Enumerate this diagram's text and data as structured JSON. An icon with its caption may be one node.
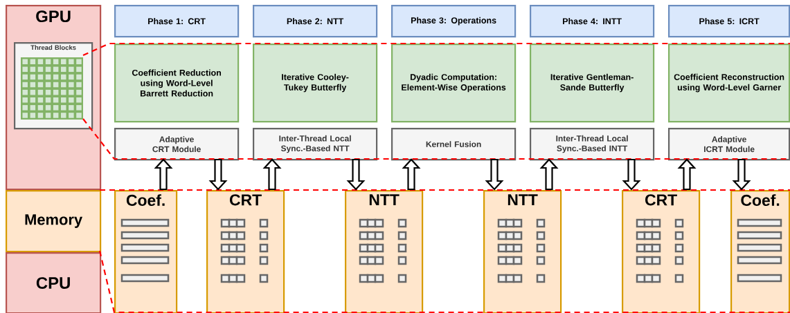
{
  "diagram": {
    "nodes": [
      {
        "text": [
          "GPU"
        ]
      },
      {
        "text": [
          "Thread Blocks"
        ],
        "in": 0
      },
      {
        "text": [
          "Memory"
        ]
      },
      {
        "text": [
          "CPU"
        ]
      },
      {
        "text": [
          "Phase 1: CRT"
        ]
      },
      {
        "text": [
          "Coefficient Reduction using Word-Level Barrett Reduction"
        ]
      },
      {
        "text": [
          "Adaptive CRT Module"
        ]
      },
      {
        "text": [
          "Phase 2: NTT"
        ]
      },
      {
        "text": [
          "Iterative Cooley-Tukey Butterfly"
        ]
      },
      {
        "text": [
          "Inter-Thread Local Sync.-Based NTT"
        ]
      },
      {
        "text": [
          "Phase 3: Operations"
        ]
      },
      {
        "text": [
          "Dyadic Computation: Element-Wise Operations"
        ]
      },
      {
        "text": [
          "Kernel Fusion"
        ]
      },
      {
        "text": [
          "Phase 4: INTT"
        ]
      },
      {
        "text": [
          "Iterative Gentleman-Sande Butterfly"
        ]
      },
      {
        "text": [
          "Inter-Thread Local Sync.-Based INTT"
        ]
      },
      {
        "text": [
          "Phase 5: ICRT"
        ]
      },
      {
        "text": [
          "Coefficient Reconstruction using Word-Level Garner"
        ]
      },
      {
        "text": [
          "Adaptive ICRT Module"
        ]
      },
      {
        "text": [
          "Coef."
        ]
      },
      {
        "text": [
          "CRT"
        ]
      },
      {
        "text": [
          "NTT"
        ]
      },
      {
        "text": [
          "NTT"
        ]
      },
      {
        "text": [
          "CRT"
        ]
      },
      {
        "text": [
          "Coef."
        ]
      }
    ],
    "edges": [
      {
        "from": 19,
        "to": 6,
        "arrow": "to"
      },
      {
        "from": 6,
        "to": 20,
        "arrow": "to"
      },
      {
        "from": 20,
        "to": 9,
        "arrow": "to"
      },
      {
        "from": 9,
        "to": 21,
        "arrow": "to"
      },
      {
        "from": 21,
        "to": 12,
        "arrow": "to"
      },
      {
        "from": 12,
        "to": 22,
        "arrow": "to"
      },
      {
        "from": 22,
        "to": 15,
        "arrow": "to"
      },
      {
        "from": 15,
        "to": 23,
        "arrow": "to"
      },
      {
        "from": 23,
        "to": 18,
        "arrow": "to"
      },
      {
        "from": 18,
        "to": 24,
        "arrow": "to"
      }
    ]
  }
}
